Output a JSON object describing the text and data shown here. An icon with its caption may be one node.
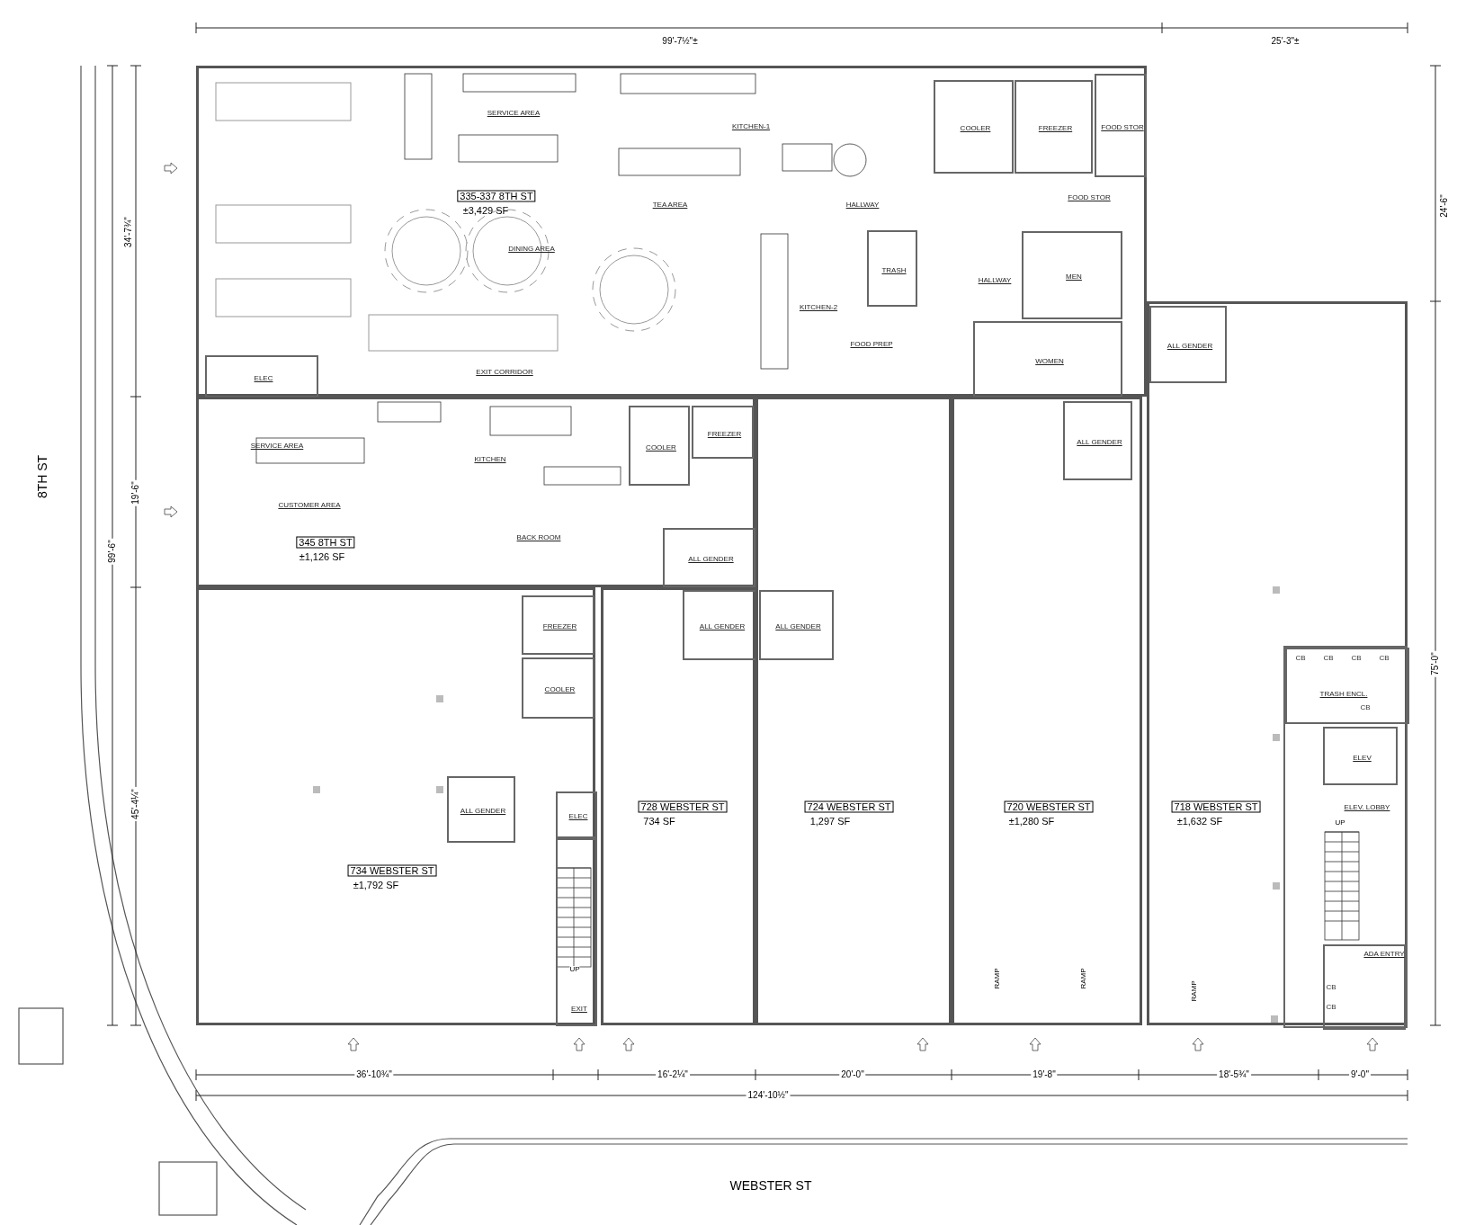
{
  "diagram": {
    "nodes": [
      {
        "text": [
          "335-337 8TH ST",
          "±3,429 SF"
        ]
      },
      {
        "text": [
          "COOLER"
        ],
        "in": 0
      },
      {
        "text": [
          "FREEZER"
        ],
        "in": 0
      },
      {
        "text": [
          "FOOD STOR"
        ],
        "in": 0
      },
      {
        "text": [
          "TRASH"
        ],
        "in": 0
      },
      {
        "text": [
          "MEN"
        ],
        "in": 0
      },
      {
        "text": [
          "WOMEN"
        ],
        "in": 0
      },
      {
        "text": [
          "ELEC"
        ],
        "in": 0
      },
      {
        "text": [
          "345 8TH ST",
          "±1,126 SF"
        ]
      },
      {
        "text": [
          "COOLER"
        ],
        "in": 8
      },
      {
        "text": [
          "FREEZER"
        ],
        "in": 8
      },
      {
        "text": [
          "ALL GENDER"
        ],
        "in": 8
      },
      {
        "text": [
          "734 WEBSTER ST",
          "±1,792 SF"
        ]
      },
      {
        "text": [
          "FREEZER"
        ],
        "in": 12
      },
      {
        "text": [
          "COOLER"
        ],
        "in": 12
      },
      {
        "text": [
          "ALL GENDER"
        ],
        "in": 12
      },
      {
        "text": [
          "ELEC"
        ],
        "in": 12
      },
      {
        "text": [
          "EXIT"
        ],
        "in": 12
      },
      {
        "text": [
          "728 WEBSTER ST",
          "734 SF"
        ]
      },
      {
        "text": [
          "ALL GENDER"
        ],
        "in": 18
      },
      {
        "text": [
          "724 WEBSTER ST",
          "1,297 SF"
        ]
      },
      {
        "text": [
          "ALL GENDER"
        ],
        "in": 20
      },
      {
        "text": [
          "720 WEBSTER ST",
          "±1,280 SF"
        ]
      },
      {
        "text": [
          "ALL GENDER"
        ],
        "in": 22
      },
      {
        "text": [
          "718 WEBSTER ST",
          "±1,632 SF"
        ]
      },
      {
        "text": [
          "ALL GENDER"
        ],
        "in": 24
      },
      {
        "text": [
          "ELEV. LOBBY"
        ],
        "in": 24
      },
      {
        "text": [
          "TRASH ENCL."
        ],
        "in": 26
      },
      {
        "text": [
          "ELEV"
        ],
        "in": 26
      },
      {
        "text": [
          "ADA ENTRY"
        ],
        "in": 26
      }
    ],
    "labels": [
      "99'-7½\"±",
      "25'-3\"±",
      "SERVICE AREA",
      "KITCHEN-1",
      "TEA AREA",
      "HALLWAY",
      "FOOD STOR",
      "24'-6\"",
      "34'-7¾\"",
      "DINING AREA",
      "HALLWAY",
      "KITCHEN-2",
      "FOOD PREP",
      "EXIT CORRIDOR",
      "SERVICE AREA",
      "KITCHEN",
      "8TH ST",
      "19'-6\"",
      "CUSTOMER AREA",
      "BACK ROOM",
      "99'-6\"",
      "CB",
      "CB",
      "CB",
      "CB",
      "75'-0\"",
      "CB",
      "45'-4¼\"",
      "UP",
      "UP",
      "RAMP",
      "RAMP",
      "RAMP",
      "CB",
      "CB",
      "36'-10¾\"",
      "16'-2¼\"",
      "20'-0\"",
      "19'-8\"",
      "18'-5¾\"",
      "9'-0\"",
      "124'-10½\"",
      "WEBSTER ST"
    ]
  }
}
